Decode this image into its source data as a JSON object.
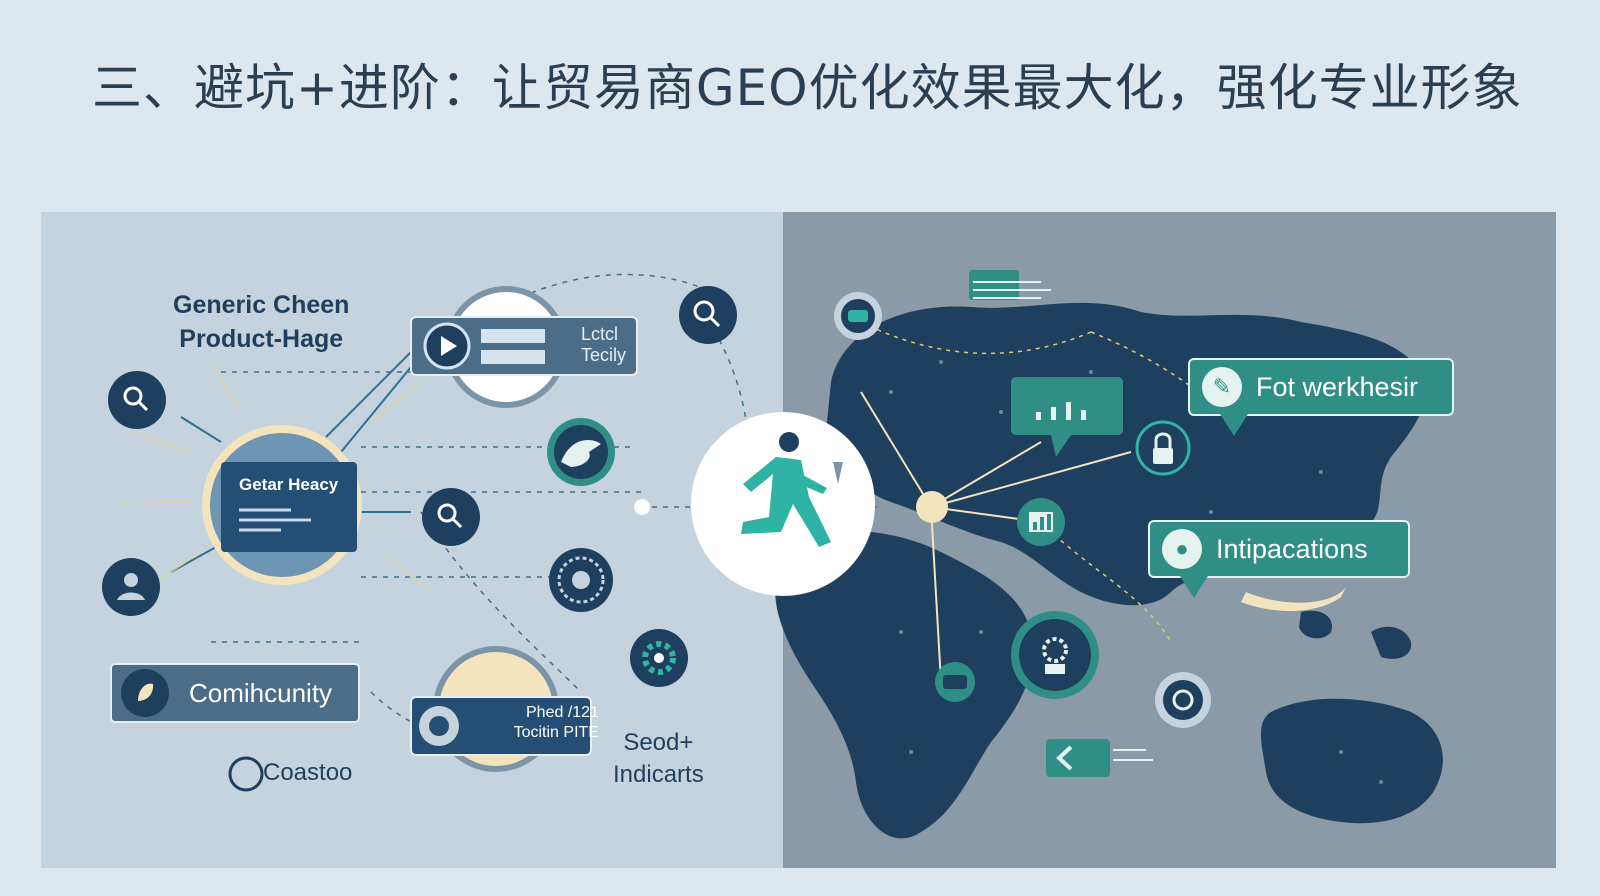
{
  "page": {
    "title": "三、避坑+进阶：让贸易商GEO优化效果最大化，强化专业形象"
  },
  "left": {
    "heading": [
      "Generic Cheen",
      "Product-Hage"
    ],
    "center_card": "Getar Heacy",
    "top_card": [
      "Lctcl",
      "Tecily"
    ],
    "community_card": "Comihcunity",
    "bottom_card": [
      "Phed /121",
      "Tocitin PITE"
    ],
    "brand": "Coastoo",
    "seo": [
      "Seod+",
      "Indicarts"
    ]
  },
  "right": {
    "callout_top": "Fot werkhesir",
    "callout_mid": "Intipacations"
  },
  "colors": {
    "left_bg": "#c4d3de",
    "right_bg": "#8a9aa6",
    "navy": "#1f3f5e",
    "teal": "#2f8f86",
    "cream": "#f3e4bd"
  },
  "icons": [
    "search-icon",
    "user-icon",
    "leaf-icon",
    "play-icon",
    "gear-icon",
    "target-icon",
    "runner-icon",
    "lock-icon",
    "chart-icon",
    "bot-icon",
    "eye-icon"
  ]
}
